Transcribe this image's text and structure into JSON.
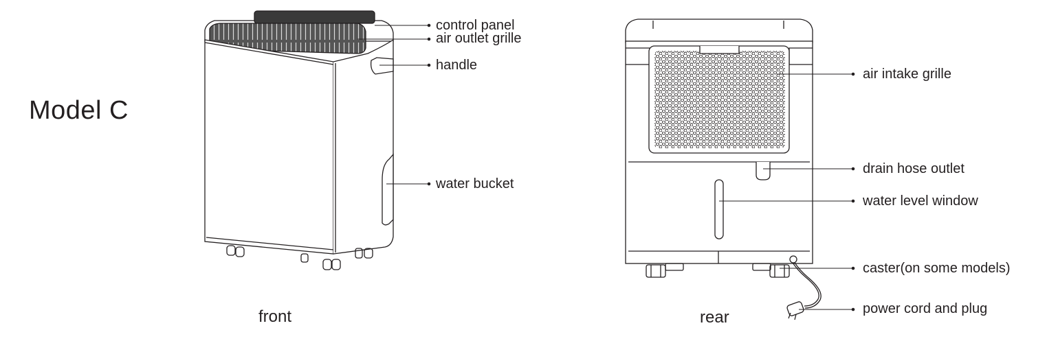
{
  "title": "Model C",
  "views": {
    "front": {
      "caption": "front",
      "callouts": [
        {
          "key": "control_panel",
          "text": "control panel"
        },
        {
          "key": "air_outlet_grille",
          "text": "air outlet grille"
        },
        {
          "key": "handle",
          "text": "handle"
        },
        {
          "key": "water_bucket",
          "text": "water bucket"
        }
      ]
    },
    "rear": {
      "caption": "rear",
      "callouts": [
        {
          "key": "air_intake_grille",
          "text": "air intake grille"
        },
        {
          "key": "drain_hose_outlet",
          "text": "drain hose outlet"
        },
        {
          "key": "water_level_window",
          "text": "water level window"
        },
        {
          "key": "caster",
          "text": "caster(on some models)"
        },
        {
          "key": "power_cord",
          "text": "power cord and plug"
        }
      ]
    }
  },
  "colors": {
    "line": "#231f20",
    "panel": "#3a3a3a"
  }
}
